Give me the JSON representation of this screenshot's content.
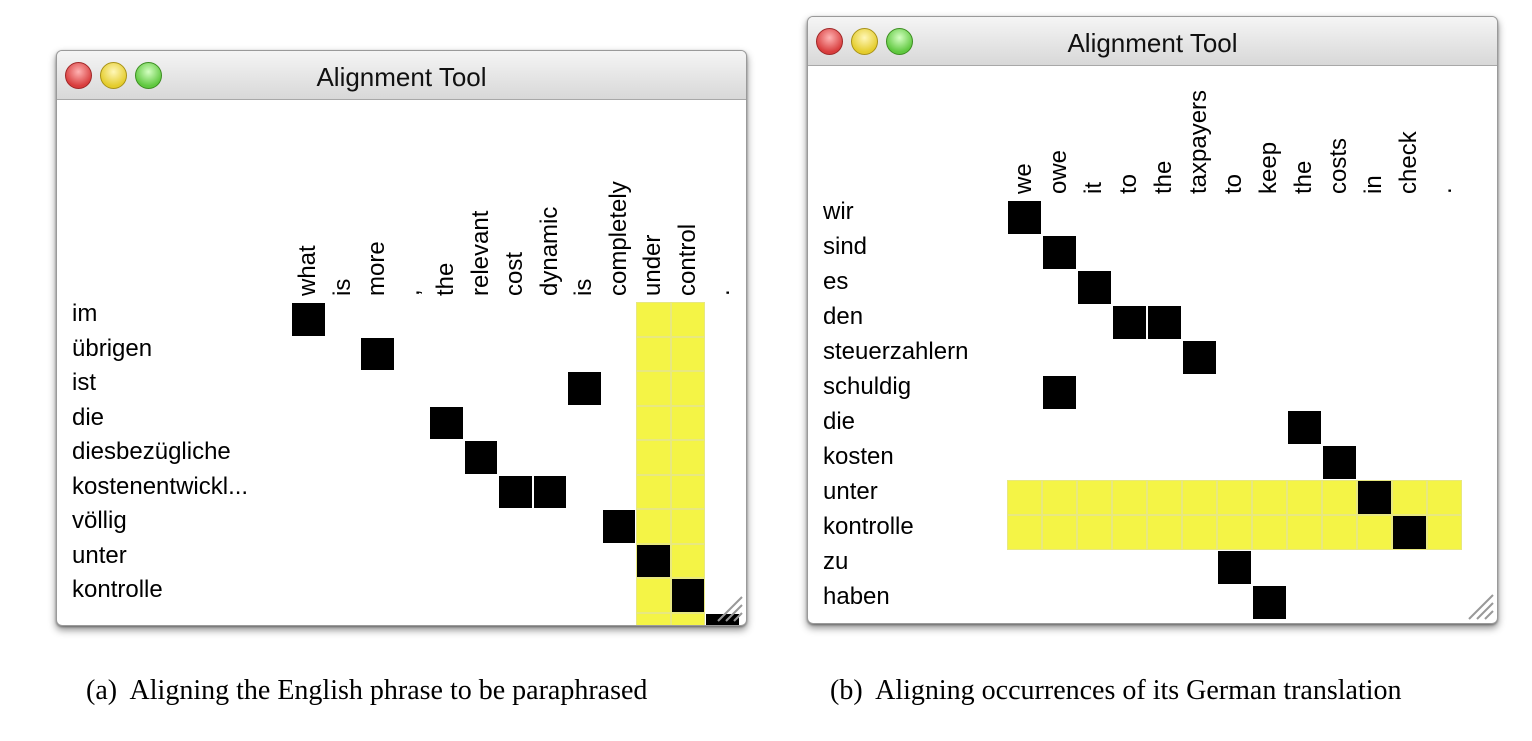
{
  "panel_a": {
    "title": "Alignment Tool",
    "columns": [
      "what",
      "is",
      "more",
      ",",
      "the",
      "relevant",
      "cost",
      "dynamic",
      "is",
      "completely",
      "under",
      "control",
      "."
    ],
    "rows": [
      "im",
      "übrigen",
      "ist",
      "die",
      "diesbezügliche",
      "kostenentwickl...",
      "völlig",
      "unter",
      "kontrolle",
      "."
    ],
    "highlight_cols": [
      10,
      11
    ],
    "highlight_rows": [],
    "alignments": [
      [
        0,
        0
      ],
      [
        1,
        2
      ],
      [
        2,
        8
      ],
      [
        3,
        4
      ],
      [
        4,
        5
      ],
      [
        5,
        6
      ],
      [
        5,
        7
      ],
      [
        6,
        9
      ],
      [
        7,
        10
      ],
      [
        8,
        11
      ],
      [
        9,
        12
      ]
    ],
    "caption_tag": "(a)",
    "caption": "Aligning the English phrase to be paraphrased"
  },
  "panel_b": {
    "title": "Alignment Tool",
    "columns": [
      "we",
      "owe",
      "it",
      "to",
      "the",
      "taxpayers",
      "to",
      "keep",
      "the",
      "costs",
      "in",
      "check",
      "."
    ],
    "rows": [
      "wir",
      "sind",
      "es",
      "den",
      "steuerzahlern",
      "schuldig",
      "die",
      "kosten",
      "unter",
      "kontrolle",
      "zu",
      "haben"
    ],
    "highlight_cols": [],
    "highlight_rows": [
      8,
      9
    ],
    "alignments": [
      [
        0,
        0
      ],
      [
        1,
        1
      ],
      [
        2,
        2
      ],
      [
        3,
        3
      ],
      [
        3,
        4
      ],
      [
        4,
        5
      ],
      [
        5,
        1
      ],
      [
        6,
        8
      ],
      [
        7,
        9
      ],
      [
        8,
        10
      ],
      [
        9,
        11
      ],
      [
        10,
        6
      ],
      [
        11,
        7
      ]
    ],
    "caption_tag": "(b)",
    "caption": "Aligning occurrences of its German translation"
  },
  "colors": {
    "highlight": "#f4f446",
    "aligned": "#000000",
    "close": "#d83d3d",
    "minimize": "#e4cc2c",
    "zoom": "#5fc83f"
  }
}
